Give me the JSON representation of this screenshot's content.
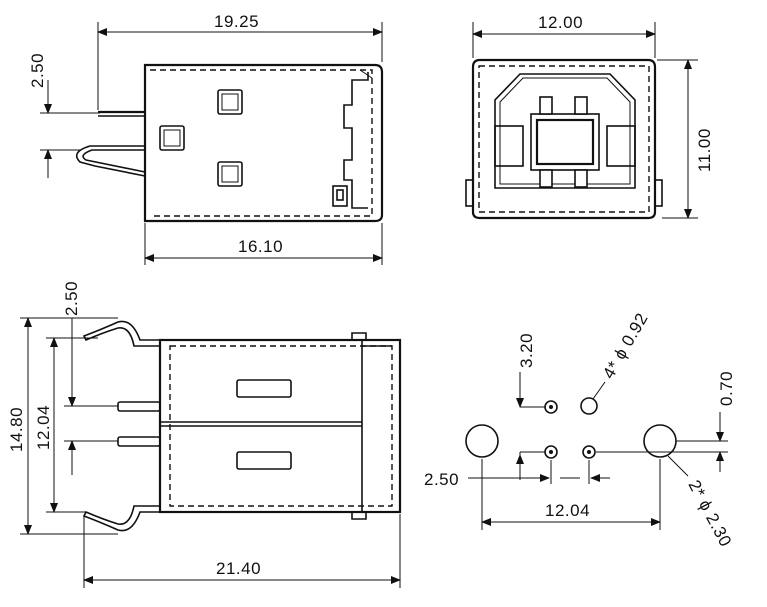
{
  "dimensions": {
    "top_left_width": "19.25",
    "top_left_pin_offset": "2.50",
    "top_left_body_length": "16.10",
    "front_width": "12.00",
    "front_height": "11.00",
    "side_total_width": "14.80",
    "side_pin_span": "12.04",
    "side_pin_gap": "2.50",
    "side_total_length": "21.40",
    "pcb_pin_row": "3.20",
    "pcb_small_hole": "4* ϕ 0.92",
    "pcb_offset": "0.70",
    "pcb_pin_gap": "2.50",
    "pcb_span": "12.04",
    "pcb_large_hole": "2* ϕ 2.30"
  }
}
